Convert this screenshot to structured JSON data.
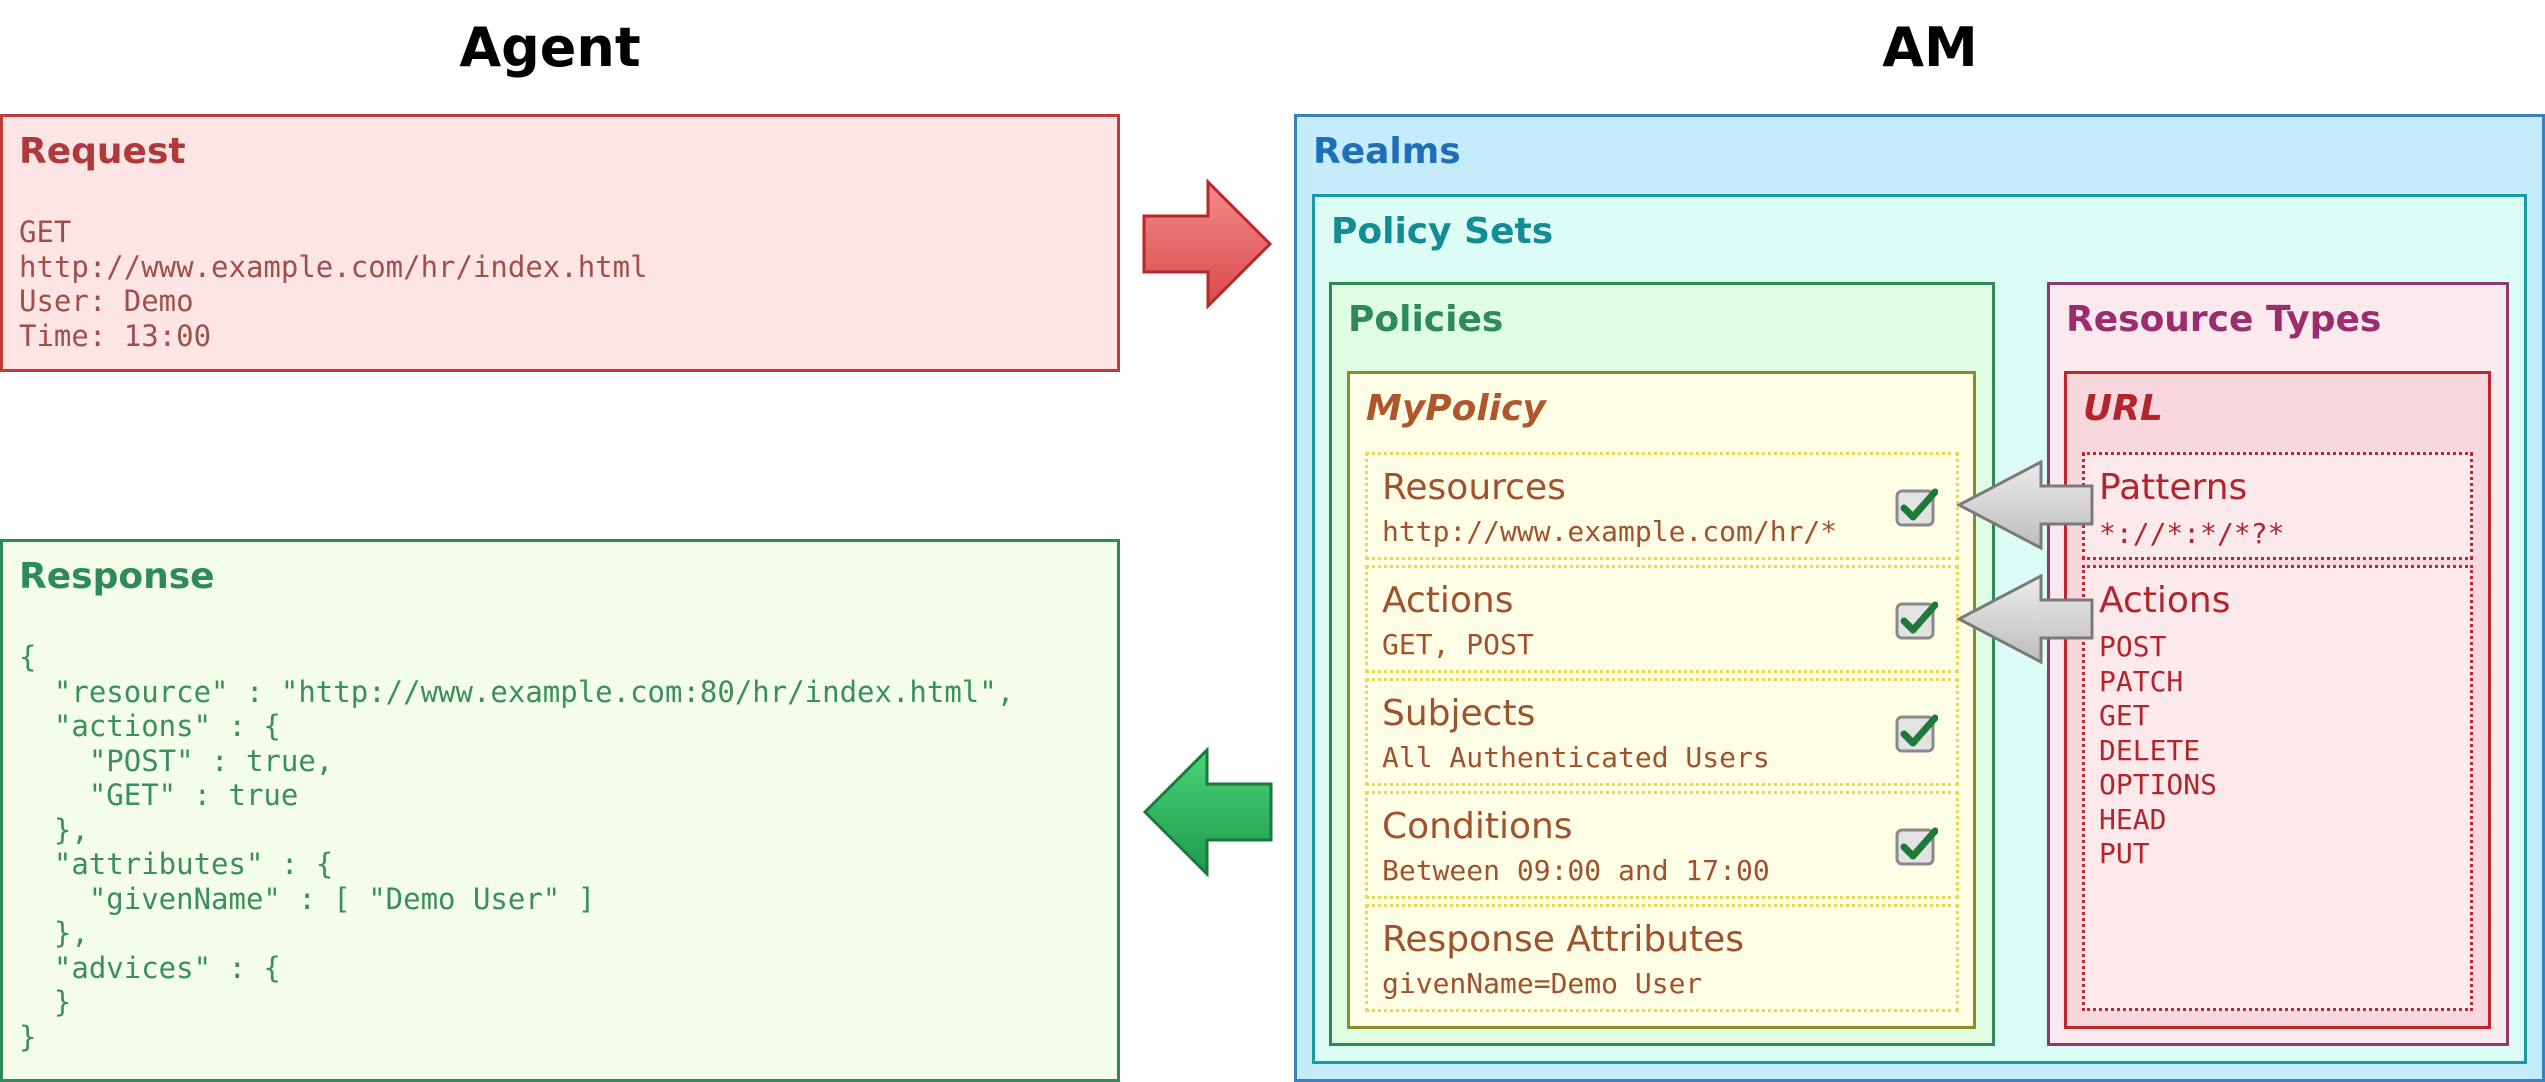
{
  "agent": {
    "title": "Agent",
    "request": {
      "title": "Request",
      "lines": "GET\nhttp://www.example.com/hr/index.html\nUser: Demo\nTime: 13:00"
    },
    "response": {
      "title": "Response",
      "lines": "{\n  \"resource\" : \"http://www.example.com:80/hr/index.html\",\n  \"actions\" : {\n    \"POST\" : true,\n    \"GET\" : true\n  },\n  \"attributes\" : {\n    \"givenName\" : [ \"Demo User\" ]\n  },\n  \"advices\" : {\n  }\n}"
    }
  },
  "am": {
    "title": "AM",
    "realms": {
      "title": "Realms"
    },
    "policy_sets": {
      "title": "Policy Sets"
    },
    "policies": {
      "title": "Policies",
      "policy": {
        "name": "MyPolicy",
        "sections": [
          {
            "title": "Resources",
            "value": "http://www.example.com/hr/*",
            "checked": true
          },
          {
            "title": "Actions",
            "value": "GET, POST",
            "checked": true
          },
          {
            "title": "Subjects",
            "value": "All Authenticated Users",
            "checked": true
          },
          {
            "title": "Conditions",
            "value": "Between 09:00 and 17:00",
            "checked": true
          },
          {
            "title": "Response Attributes",
            "value": "givenName=Demo User",
            "checked": false
          }
        ]
      }
    },
    "resource_types": {
      "title": "Resource Types",
      "url": {
        "name": "URL",
        "patterns": {
          "title": "Patterns",
          "value": "*://*:*/*?*"
        },
        "actions": {
          "title": "Actions",
          "list": [
            "POST",
            "PATCH",
            "GET",
            "DELETE",
            "OPTIONS",
            "HEAD",
            "PUT"
          ]
        }
      }
    }
  },
  "colors": {
    "request_bg": "#fde5e6",
    "request_border": "#c0393b",
    "request_title": "#b03a3a",
    "response_bg": "#f3fde9",
    "response_border": "#2e8b57",
    "response_title": "#2e8b57",
    "realms_bg": "#c5ecfb",
    "realms_title": "#1f6fb8",
    "policysets_bg": "#dcfdf6",
    "policysets_title": "#138c95",
    "policies_bg": "#dffde2",
    "policies_title": "#2e8b57",
    "mypolicy_bg": "#fefee7",
    "mypolicy_title": "#b0562d",
    "resourcetypes_bg": "#fae9ed",
    "resourcetypes_title": "#9b2d6e",
    "url_bg": "#f8d8de",
    "url_title": "#b3252c"
  }
}
